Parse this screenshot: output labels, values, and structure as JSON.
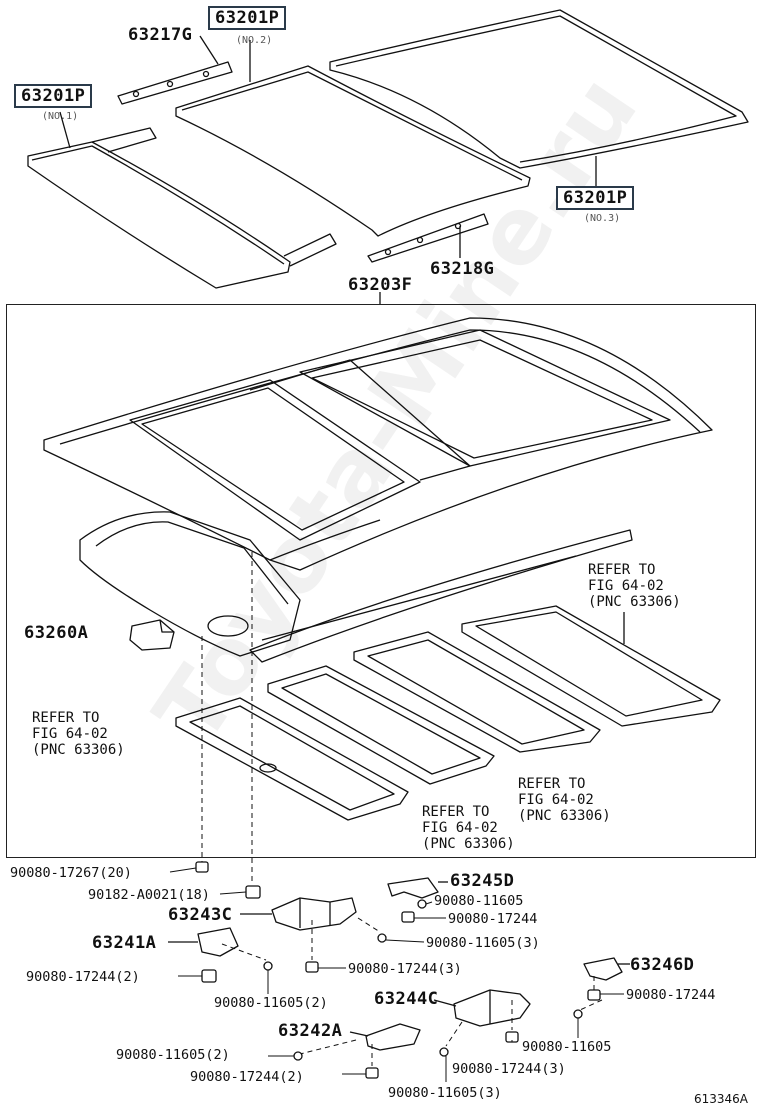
{
  "watermark": "Toyota-Mine.ru",
  "diagram_id": "613346A",
  "labels": {
    "p63201p_no1": "63201P",
    "p63201p_no1_sub": "(NO.1)",
    "p63201p_no2": "63201P",
    "p63201p_no2_sub": "(NO.2)",
    "p63201p_no3": "63201P",
    "p63201p_no3_sub": "(NO.3)",
    "p63217g": "63217G",
    "p63218g": "63218G",
    "p63203f": "63203F",
    "p63260a": "63260A",
    "p63245d": "63245D",
    "p63243c": "63243C",
    "p63241a": "63241A",
    "p63246d": "63246D",
    "p63244c": "63244C",
    "p63242a": "63242A",
    "f_90080_17267_20": "90080-17267(20)",
    "f_90182_a0021_18": "90182-A0021(18)",
    "f_90080_11605_a": "90080-11605",
    "f_90080_17244_a": "90080-17244",
    "f_90080_11605_3_a": "90080-11605(3)",
    "f_90080_17244_2_a": "90080-17244(2)",
    "f_90080_17244_3_a": "90080-17244(3)",
    "f_90080_11605_2_a": "90080-11605(2)",
    "f_90080_17244_b": "90080-17244",
    "f_90080_11605_b": "90080-11605",
    "f_90080_11605_2_b": "90080-11605(2)",
    "f_90080_17244_3_b": "90080-17244(3)",
    "f_90080_17244_2_b": "90080-17244(2)",
    "f_90080_11605_3_b": "90080-11605(3)"
  },
  "refer": {
    "right": [
      "REFER TO",
      "FIG 64-02",
      "(PNC 63306)"
    ],
    "left": [
      "REFER TO",
      "FIG 64-02",
      "(PNC 63306)"
    ],
    "center": [
      "REFER TO",
      "FIG 64-02",
      "(PNC 63306)"
    ],
    "mid_right": [
      "REFER TO",
      "FIG 64-02",
      "(PNC 63306)"
    ]
  }
}
